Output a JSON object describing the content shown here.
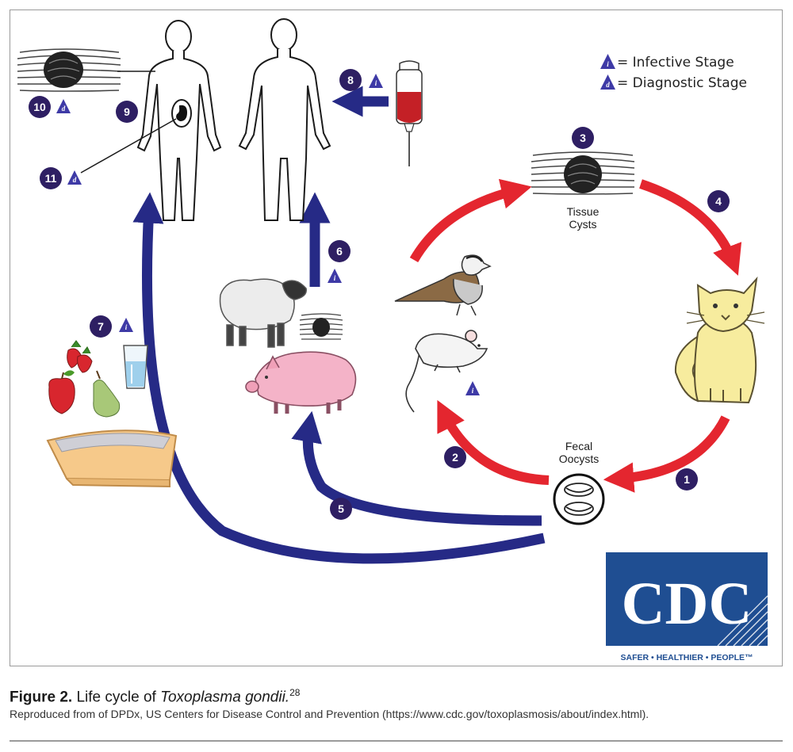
{
  "legend": {
    "infective_symbol": "i",
    "infective_label": "= Infective Stage",
    "diagnostic_symbol": "d",
    "diagnostic_label": "= Diagnostic Stage"
  },
  "steps": {
    "s1": "1",
    "s2": "2",
    "s3": "3",
    "s4": "4",
    "s5": "5",
    "s6": "6",
    "s7": "7",
    "s8": "8",
    "s9": "9",
    "s10": "10",
    "s11": "11"
  },
  "labels": {
    "tissue_line1": "Tissue",
    "tissue_line2": "Cysts",
    "fecal_line1": "Fecal",
    "fecal_line2": "Oocysts"
  },
  "logo": {
    "letters": "CDC",
    "tagline": "SAFER • HEALTHIER • PEOPLE™"
  },
  "caption": {
    "figure_label": "Figure 2.",
    "text_before": " Life cycle of ",
    "organism": "Toxoplasma gondii.",
    "ref": "28",
    "source": "Reproduced from of DPDx, US Centers for Disease Control and Prevention (https://www.cdc.gov/toxoplasmosis/about/index.html)."
  },
  "colors": {
    "cycle_red": "#e4262f",
    "path_blue": "#262a86",
    "badge_purple": "#2e1f63",
    "cdc_blue": "#1f4e92"
  }
}
